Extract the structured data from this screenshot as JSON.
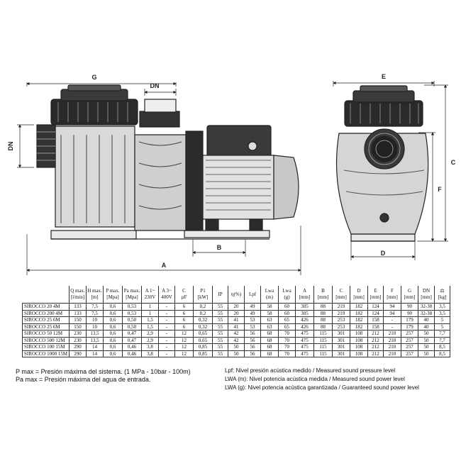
{
  "dimension_labels": {
    "g": "G",
    "dn_top": "DN",
    "dn_side": "DN",
    "b": "B",
    "a": "A",
    "e": "E",
    "c": "C",
    "f": "F",
    "d": "D"
  },
  "table": {
    "headers": [
      {
        "top": "Q max.",
        "bottom": "[l/min]"
      },
      {
        "top": "H max.",
        "bottom": "[m]"
      },
      {
        "top": "P max.",
        "bottom": "[Mpa]"
      },
      {
        "top": "Pa max.",
        "bottom": "[Mpa]"
      },
      {
        "top": "A 1~",
        "bottom": "230V"
      },
      {
        "top": "A 3~",
        "bottom": "400V"
      },
      {
        "top": "C",
        "bottom": "µF"
      },
      {
        "top": "P1",
        "bottom": "[kW]"
      },
      {
        "top": "IP",
        "bottom": ""
      },
      {
        "top": "η(%)",
        "bottom": ""
      },
      {
        "top": "Lpf",
        "bottom": ""
      },
      {
        "top": "Lwa",
        "bottom": "(m)"
      },
      {
        "top": "Lwa",
        "bottom": "(g)"
      },
      {
        "top": "A",
        "bottom": "[mm]"
      },
      {
        "top": "B",
        "bottom": "[mm]"
      },
      {
        "top": "C",
        "bottom": "[mm]"
      },
      {
        "top": "D",
        "bottom": "[mm]"
      },
      {
        "top": "E",
        "bottom": "[mm]"
      },
      {
        "top": "F",
        "bottom": "[mm]"
      },
      {
        "top": "G",
        "bottom": "[mm]"
      },
      {
        "top": "DN",
        "bottom": "[mm]"
      },
      {
        "top": "⚖",
        "bottom": "[kg]"
      }
    ],
    "rows": [
      {
        "model": "SIROCCO 20 4M",
        "cells": [
          "133",
          "7,5",
          "0,6",
          "0,53",
          "1",
          "-",
          "6",
          "0,2",
          "55",
          "20",
          "49",
          "58",
          "60",
          "305",
          "88",
          "219",
          "182",
          "124",
          "94",
          "90",
          "32-38",
          "3,5"
        ]
      },
      {
        "model": "SIROCCO 200 4M",
        "cells": [
          "133",
          "7,5",
          "0,6",
          "0,53",
          "1",
          "-",
          "6",
          "0,2",
          "55",
          "20",
          "49",
          "58",
          "60",
          "305",
          "88",
          "219",
          "182",
          "124",
          "94",
          "90",
          "32-38",
          "3,5"
        ]
      },
      {
        "model": "SIROCCO 25 6M",
        "cells": [
          "150",
          "10",
          "0,6",
          "0,50",
          "1,5",
          "-",
          "6",
          "0,32",
          "55",
          "41",
          "53",
          "63",
          "65",
          "426",
          "88",
          "253",
          "182",
          "158",
          "-",
          "179",
          "40",
          "5"
        ]
      },
      {
        "model": "SIROCCO 25 6M",
        "cells": [
          "150",
          "10",
          "0,6",
          "0,50",
          "1,5",
          "-",
          "6",
          "0,32",
          "55",
          "41",
          "53",
          "63",
          "65",
          "426",
          "88",
          "253",
          "182",
          "158",
          "-",
          "179",
          "40",
          "5"
        ]
      },
      {
        "model": "SIROCCO 50 12M",
        "cells": [
          "230",
          "13,5",
          "0,6",
          "0,47",
          "2,9",
          "-",
          "12",
          "0,65",
          "55",
          "42",
          "56",
          "68",
          "70",
          "475",
          "115",
          "301",
          "108",
          "212",
          "210",
          "257",
          "50",
          "7,7"
        ]
      },
      {
        "model": "SIROCCO 500 12M",
        "cells": [
          "230",
          "13,5",
          "0,6",
          "0,47",
          "2,9",
          "-",
          "12",
          "0,65",
          "55",
          "42",
          "56",
          "68",
          "70",
          "475",
          "115",
          "301",
          "108",
          "212",
          "210",
          "257",
          "50",
          "7,7"
        ]
      },
      {
        "model": "SIROCCO 100 15M",
        "cells": [
          "290",
          "14",
          "0,6",
          "0,46",
          "3,8",
          "-",
          "12",
          "0,85",
          "55",
          "50",
          "56",
          "68",
          "70",
          "475",
          "115",
          "301",
          "108",
          "212",
          "210",
          "257",
          "50",
          "8,5"
        ]
      },
      {
        "model": "SIROCCO 1000 15M",
        "cells": [
          "290",
          "14",
          "0,6",
          "0,46",
          "3,8",
          "-",
          "12",
          "0,85",
          "55",
          "50",
          "56",
          "68",
          "70",
          "475",
          "115",
          "301",
          "108",
          "212",
          "210",
          "257",
          "50",
          "8,5"
        ]
      }
    ]
  },
  "notes_left": [
    "P max = Presión máxima del sistema.      (1 MPa - 10bar - 100m)",
    "Pa max = Presión máxima del agua de entrada."
  ],
  "notes_right": [
    "Lpf: Nivel presión acústica medido / Measured sound pressure level",
    "LWA (m): Nivel potencia acústica medida / Measured sound power level",
    "LWA (g): Nivel potencia acústica garantizada / Guaranteed sound power level"
  ]
}
